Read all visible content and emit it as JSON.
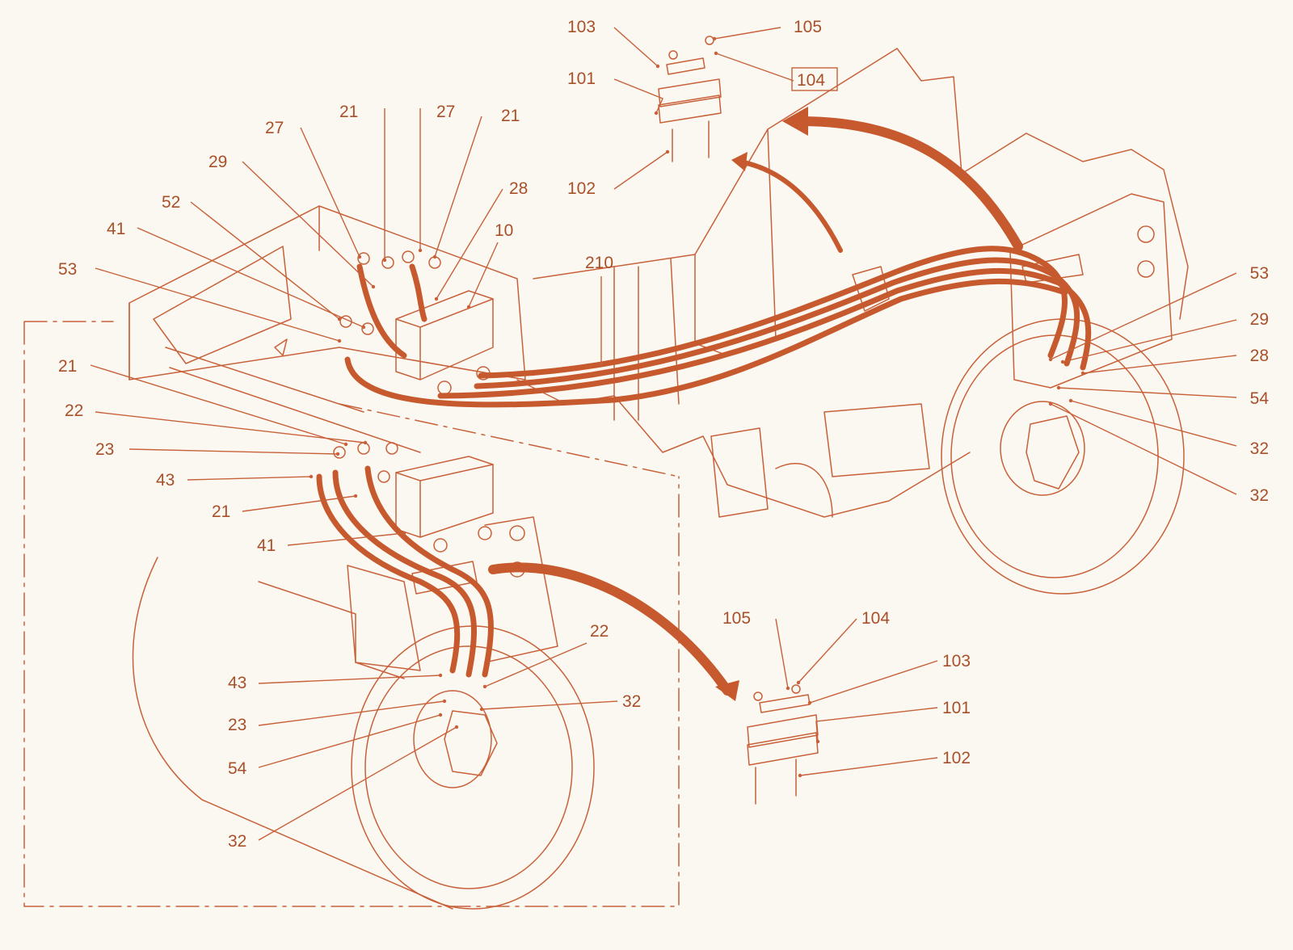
{
  "colors": {
    "line": "#c8613a",
    "hose": "#c65a2e",
    "text": "#a8502a",
    "background": "#fbf8f1"
  },
  "labels": [
    {
      "id": "l1",
      "text": "103"
    },
    {
      "id": "l2",
      "text": "105"
    },
    {
      "id": "l3",
      "text": "104",
      "boxed": true
    },
    {
      "id": "l4",
      "text": "101"
    },
    {
      "id": "l5",
      "text": "102"
    },
    {
      "id": "l6",
      "text": "21"
    },
    {
      "id": "l7",
      "text": "27"
    },
    {
      "id": "l8",
      "text": "21"
    },
    {
      "id": "l9",
      "text": "27"
    },
    {
      "id": "l10",
      "text": "29"
    },
    {
      "id": "l11",
      "text": "28"
    },
    {
      "id": "l12",
      "text": "52"
    },
    {
      "id": "l13",
      "text": "10"
    },
    {
      "id": "l14",
      "text": "41"
    },
    {
      "id": "l15",
      "text": "53"
    },
    {
      "id": "l16",
      "text": "210"
    },
    {
      "id": "l17",
      "text": "21"
    },
    {
      "id": "l18",
      "text": "22"
    },
    {
      "id": "l19",
      "text": "23"
    },
    {
      "id": "l20",
      "text": "43"
    },
    {
      "id": "l21",
      "text": "21"
    },
    {
      "id": "l22",
      "text": "41"
    },
    {
      "id": "l23",
      "text": "53"
    },
    {
      "id": "l24",
      "text": "29"
    },
    {
      "id": "l25",
      "text": "28"
    },
    {
      "id": "l26",
      "text": "54"
    },
    {
      "id": "l27",
      "text": "32"
    },
    {
      "id": "l28",
      "text": "32"
    },
    {
      "id": "l29",
      "text": "105"
    },
    {
      "id": "l30",
      "text": "104"
    },
    {
      "id": "l31",
      "text": "103"
    },
    {
      "id": "l32",
      "text": "101"
    },
    {
      "id": "l33",
      "text": "102"
    },
    {
      "id": "l34",
      "text": "22"
    },
    {
      "id": "l35",
      "text": "43"
    },
    {
      "id": "l36",
      "text": "32"
    },
    {
      "id": "l37",
      "text": "23"
    },
    {
      "id": "l38",
      "text": "54"
    },
    {
      "id": "l39",
      "text": "32"
    }
  ]
}
